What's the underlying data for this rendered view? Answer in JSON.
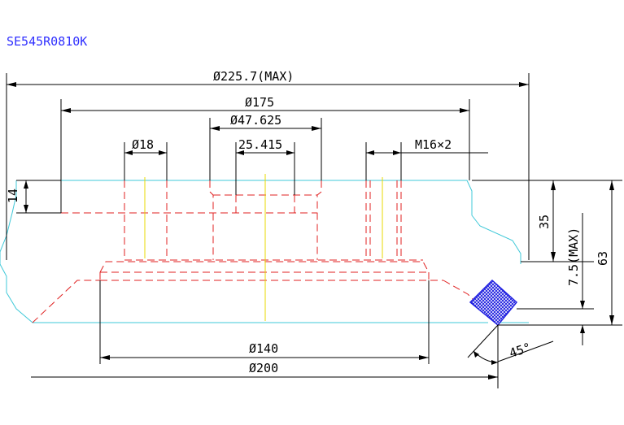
{
  "title": "SE545R0810K",
  "colors": {
    "title": "#3030ff",
    "outline": "#3fc8d8",
    "hidden": "#e02020",
    "center": "#e8d800",
    "dimension": "#000000",
    "insert": "#2020e0"
  },
  "dimensions": {
    "d_max": "Ø225.7(MAX)",
    "d175": "Ø175",
    "d47": "Ø47.625",
    "d18": "Ø18",
    "w25": "25.415",
    "thread": "M16×2",
    "h14": "14",
    "h35": "35",
    "doc_max": "7.5(MAX)",
    "h63": "63",
    "d140": "Ø140",
    "d200": "Ø200",
    "angle": "45°"
  }
}
